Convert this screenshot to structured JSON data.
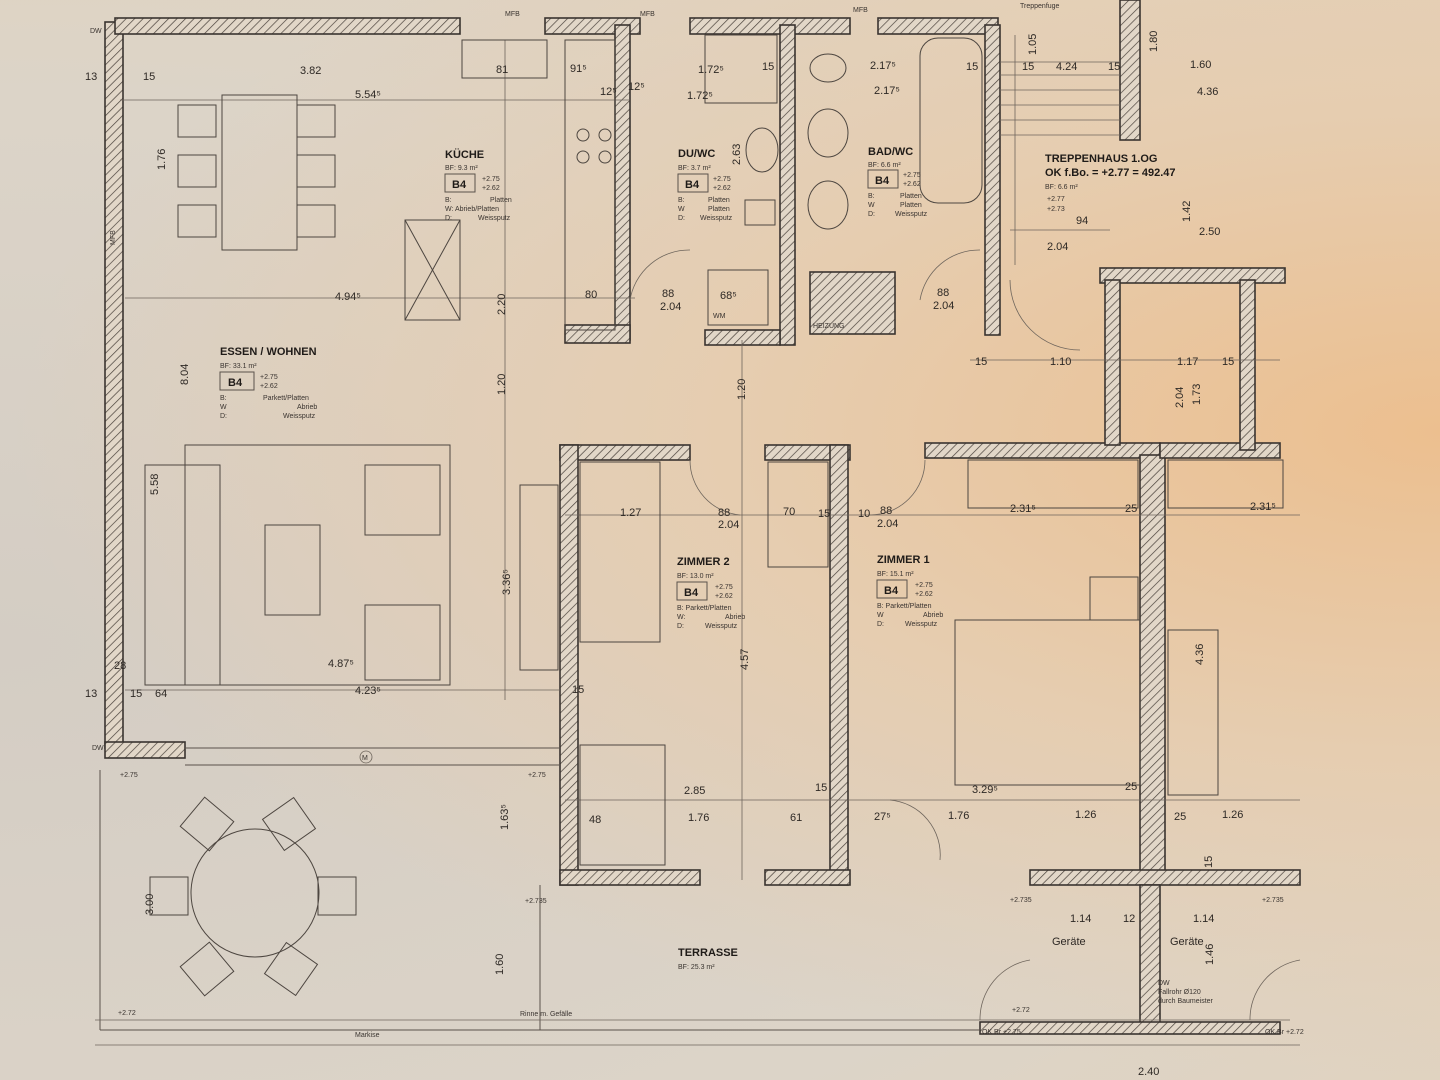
{
  "plan": {
    "colors": {
      "paper": "#dcd4c8",
      "paper_warm": "#ecbf8f",
      "ink": "#2e2925"
    },
    "rooms": [
      {
        "name": "KÜCHE",
        "area": "BF: 9.3 m²",
        "code": "B4",
        "h1": "+2.75",
        "h2": "+2.62",
        "b": "B:",
        "b_val": "Platten",
        "w": "W: Abrieb/Platten",
        "w_val": "",
        "d": "D:",
        "d_val": "Weissputz"
      },
      {
        "name": "DU/WC",
        "area": "BF: 3.7 m²",
        "code": "B4",
        "h1": "+2.75",
        "h2": "+2.62",
        "b": "B:",
        "b_val": "Platten",
        "w": "W",
        "w_val": "Platten",
        "d": "D:",
        "d_val": "Weissputz"
      },
      {
        "name": "BAD/WC",
        "area": "BF: 6.6 m²",
        "code": "B4",
        "h1": "+2.75",
        "h2": "+2.62",
        "b": "B:",
        "b_val": "Platten",
        "w": "W",
        "w_val": "Platten",
        "d": "D:",
        "d_val": "Weissputz"
      },
      {
        "name": "ESSEN / WOHNEN",
        "area": "BF: 33.1 m²",
        "code": "B4",
        "h1": "+2.75",
        "h2": "+2.62",
        "b": "B:",
        "b_val": "Parkett/Platten",
        "w": "W",
        "w_val": "Abrieb",
        "d": "D:",
        "d_val": "Weissputz"
      },
      {
        "name": "ZIMMER 2",
        "area": "BF: 13.0 m²",
        "code": "B4",
        "h1": "+2.75",
        "h2": "+2.62",
        "b": "B: Parkett/Platten",
        "b_val": "",
        "w": "W:",
        "w_val": "Abrieb",
        "d": "D:",
        "d_val": "Weissputz"
      },
      {
        "name": "ZIMMER 1",
        "area": "BF: 15.1 m²",
        "code": "B4",
        "h1": "+2.75",
        "h2": "+2.62",
        "b": "B: Parkett/Platten",
        "b_val": "",
        "w": "W",
        "w_val": "Abrieb",
        "d": "D:",
        "d_val": "Weissputz"
      }
    ],
    "stair": {
      "name": "TREPPENHAUS 1.OG",
      "level": "OK f.Bo. = +2.77 = 492.47",
      "area": "BF: 6.6 m²",
      "h1": "+2.77",
      "h2": "+2.73"
    },
    "terrace": {
      "name": "TERRASSE",
      "area": "BF: 25.3 m²"
    },
    "labels": {
      "geraete_left": "Geräte",
      "geraete_right": "Geräte",
      "dw_note_1": "DW",
      "dw_note_2": "Fallrohr Ø120",
      "dw_note_3": "durch Baumeister",
      "heizung": "HEIZUNG",
      "wm": "WM",
      "markise": "Markise",
      "rinne": "Rinne m. Gefälle",
      "dw_top": "DW",
      "dw_mid": "DW",
      "mfb_left": "MFB",
      "mfb_top1": "MFB",
      "mfb_top2": "MFB",
      "mfb_top3": "MFB",
      "ok_br_left": "OK Br +2.75",
      "ok_br_right": "OK Br +2.72",
      "lvl_272_left": "+2.72",
      "lvl_272_right": "+2.72",
      "lvl_2735_a": "+2.735",
      "lvl_2735_b": "+2.735",
      "lvl_2735_c": "+2.735",
      "lvl_275_a": "+2.75",
      "lvl_275_b": "+2.75",
      "treppe_top": "Treppenfuge",
      "m_symbol": "M"
    },
    "dimensions": [
      "3.82",
      "5.54⁵",
      "1.76",
      "4.94⁵",
      "8.04",
      "5.58",
      "4.87⁵",
      "4.23⁵",
      "3.36⁵",
      "1.20",
      "2.20",
      "81",
      "91⁵",
      "1.72⁵",
      "1.72⁵",
      "2.17⁵",
      "2.17⁵",
      "88",
      "2.04",
      "68⁵",
      "88",
      "2.04",
      "1.20",
      "4.57",
      "1.27",
      "88",
      "2.04",
      "70",
      "88",
      "2.04",
      "2.31⁵",
      "2.31⁵",
      "4.36",
      "3.29⁵",
      "2.85",
      "1.76",
      "48",
      "61",
      "1.76",
      "1.26",
      "1.26",
      "1.63⁵",
      "3.00",
      "1.60",
      "1.14",
      "1.14",
      "1.46",
      "2.40",
      "1.60",
      "4.36",
      "1.80",
      "4.24",
      "2.50",
      "2.04",
      "1.10",
      "1.17",
      "1.42",
      "2.04",
      "1.73",
      "13",
      "15",
      "64",
      "15",
      "13",
      "15",
      "12⁵",
      "12⁵",
      "15",
      "94",
      "80",
      "2.63",
      "15",
      "25",
      "25",
      "12",
      "15",
      "15",
      "15",
      "15",
      "15",
      "10",
      "15",
      "27⁵",
      "25",
      "15",
      "28",
      "1.05"
    ]
  }
}
